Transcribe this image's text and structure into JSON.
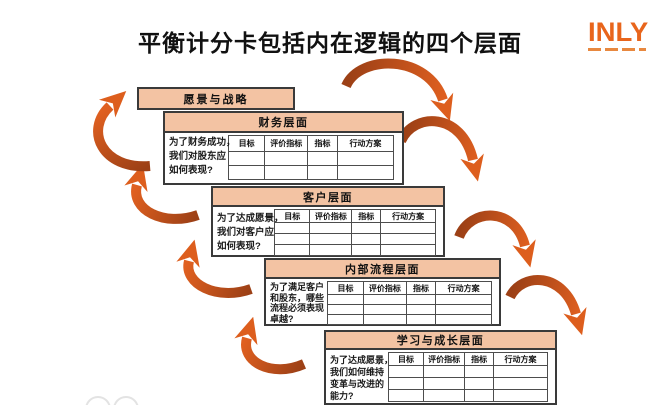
{
  "title": "平衡计分卡包括内在逻辑的四个层面",
  "logo": {
    "text": "INLY"
  },
  "vision_label": "愿景与战略",
  "sections": [
    {
      "id": "financial",
      "header": "财务层面",
      "question_lines": [
        "为了财务成功，",
        "我们对股东应",
        "如何表现?"
      ],
      "columns": [
        "目标",
        "评价指标",
        "指标",
        "行动方案"
      ],
      "empty_rows": 2
    },
    {
      "id": "customer",
      "header": "客户层面",
      "question_lines": [
        "为了达成愿景，",
        "我们对客户应",
        "如何表现?"
      ],
      "columns": [
        "目标",
        "评价指标",
        "指标",
        "行动方案"
      ],
      "empty_rows": 3
    },
    {
      "id": "internal",
      "header": "内部流程层面",
      "question_lines": [
        "为了满足客户",
        "和股东，哪些",
        "流程必须表现",
        "卓越?"
      ],
      "columns": [
        "目标",
        "评价指标",
        "指标",
        "行动方案"
      ],
      "empty_rows": 3
    },
    {
      "id": "learning",
      "header": "学习与成长层面",
      "question_lines": [
        "为了达成愿景，",
        "我们如何维持",
        "变革与改进的",
        "能力?"
      ],
      "columns": [
        "目标",
        "评价指标",
        "指标",
        "行动方案"
      ],
      "empty_rows": 3
    }
  ],
  "colors": {
    "header_fill": "#f3c3a3",
    "box_border": "#3a3a3a",
    "arrow_bright": "#dd5e1d",
    "arrow_dark": "#9c4016",
    "logo_orange": "#e8651c"
  }
}
